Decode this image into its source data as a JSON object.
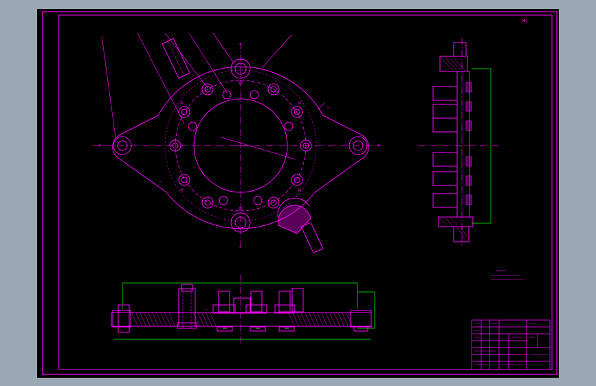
{
  "colors": {
    "background": "#000000",
    "viewport_bg": "#9aa7b5",
    "line_primary": "#ff00ff",
    "line_secondary": "#00ff00",
    "line_white": "#ffffff",
    "line_yellow": "#ffff00"
  },
  "drawing": {
    "type": "mechanical-assembly-drawing",
    "views": [
      "top-view",
      "side-section-view",
      "front-section-view"
    ],
    "title_block_visible": true,
    "technical_notes_visible": true,
    "top_view_bolt_holes": 12,
    "side_view_bolt_rows": 6
  }
}
